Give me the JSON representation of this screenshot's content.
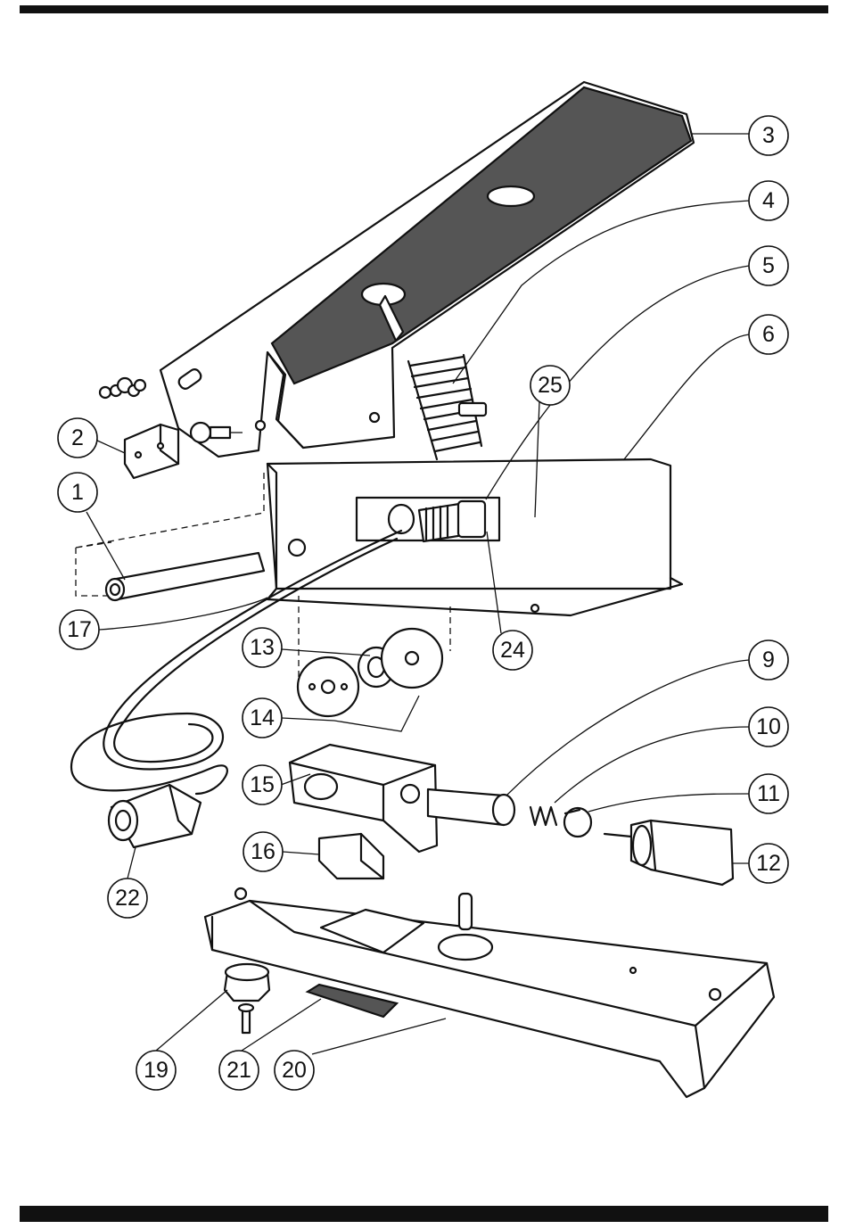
{
  "callouts": {
    "c1": "1",
    "c2": "2",
    "c3": "3",
    "c4": "4",
    "c5": "5",
    "c6": "6",
    "c9": "9",
    "c10": "10",
    "c11": "11",
    "c12": "12",
    "c13": "13",
    "c14": "14",
    "c15": "15",
    "c16": "16",
    "c17": "17",
    "c19": "19",
    "c20": "20",
    "c21": "21",
    "c22": "22",
    "c24": "24",
    "c25": "25"
  }
}
